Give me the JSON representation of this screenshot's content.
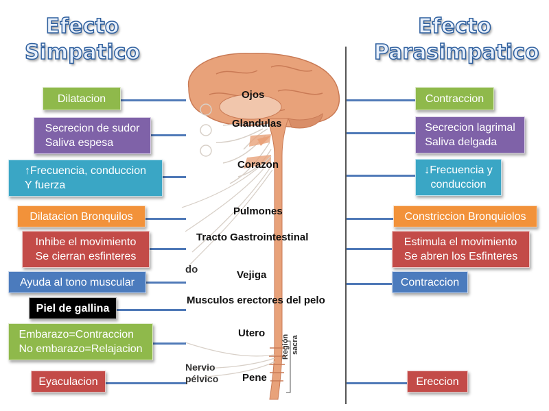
{
  "titles": {
    "left_line1": "Efecto",
    "left_line2": "Simpatico",
    "right_line1": "Efecto",
    "right_line2": "Parasimpatico"
  },
  "organs": {
    "ojos": "Ojos",
    "glandulas": "Glandulas",
    "corazon": "Corazon",
    "pulmones": "Pulmones",
    "tracto": "Tracto Gastrointestinal",
    "vejiga": "Vejiga",
    "musculos": "Musculos erectores del pelo",
    "utero": "Utero",
    "pene": "Pene"
  },
  "side_labels": {
    "do": "do",
    "nervio": "Nervio",
    "pelvico": "pélvico",
    "region": "Región",
    "sacra": "sacra"
  },
  "simpatico": {
    "dilatacion": "Dilatacion",
    "secrecion": "Secrecion de sudor\nSaliva espesa",
    "frecuencia": "↑Frecuencia, conduccion\nY fuerza",
    "bronquilos": "Dilatacion Bronquilos",
    "inhibe": "Inhibe el movimiento\nSe cierran esfinteres",
    "tono": "Ayuda al tono muscular",
    "piel": "Piel de gallina",
    "embarazo": "Embarazo=Contraccion\nNo embarazo=Relajacion",
    "eyaculacion": "Eyaculacion"
  },
  "parasimpatico": {
    "contraccion_ojos": "Contraccion",
    "secrecion": "Secrecion lagrimal\nSaliva delgada",
    "frecuencia": "↓Frecuencia y\nconduccion",
    "bronquiolos": "Constriccion Bronquiolos",
    "estimula": "Estimula el movimiento\nSe abren los Esfinteres",
    "contraccion_vejiga": "Contraccion",
    "ereccion": "Ereccion"
  },
  "colors": {
    "green": "#8fb94b",
    "purple": "#7f62a8",
    "cyan": "#3aa6c5",
    "orange": "#f2923a",
    "red": "#c34b48",
    "blue": "#4b7bbd",
    "black": "#000000",
    "connector": "#4f79b7",
    "tissue": "#e8a27a"
  }
}
